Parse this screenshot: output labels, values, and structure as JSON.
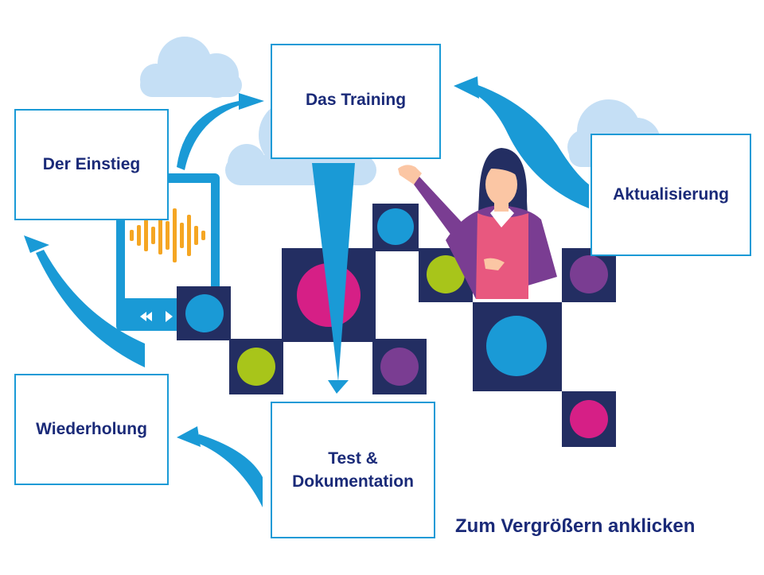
{
  "diagram": {
    "steps": {
      "einstieg": "Der Einstieg",
      "training": "Das Training",
      "aktualisierung": "Aktualisierung",
      "test_line1": "Test &",
      "test_line2": "Dokumentation",
      "wiederholung": "Wiederholung"
    },
    "footer_link": "Zum Vergrößern anklicken"
  },
  "colors": {
    "navy": "#232e62",
    "arrow": "#1a9ad6",
    "cloud": "#c5dff5",
    "magenta": "#d61f86",
    "lime": "#a8c51a",
    "purple": "#7a3d92",
    "blue": "#1a9ad6",
    "orange": "#f5a623",
    "pink_vest": "#e8587f",
    "text": "#1a2a78"
  },
  "icons": [
    "cloud-icon",
    "phone-icon",
    "soundwave-icon",
    "rewind-icon",
    "play-icon",
    "presenter-figure"
  ]
}
